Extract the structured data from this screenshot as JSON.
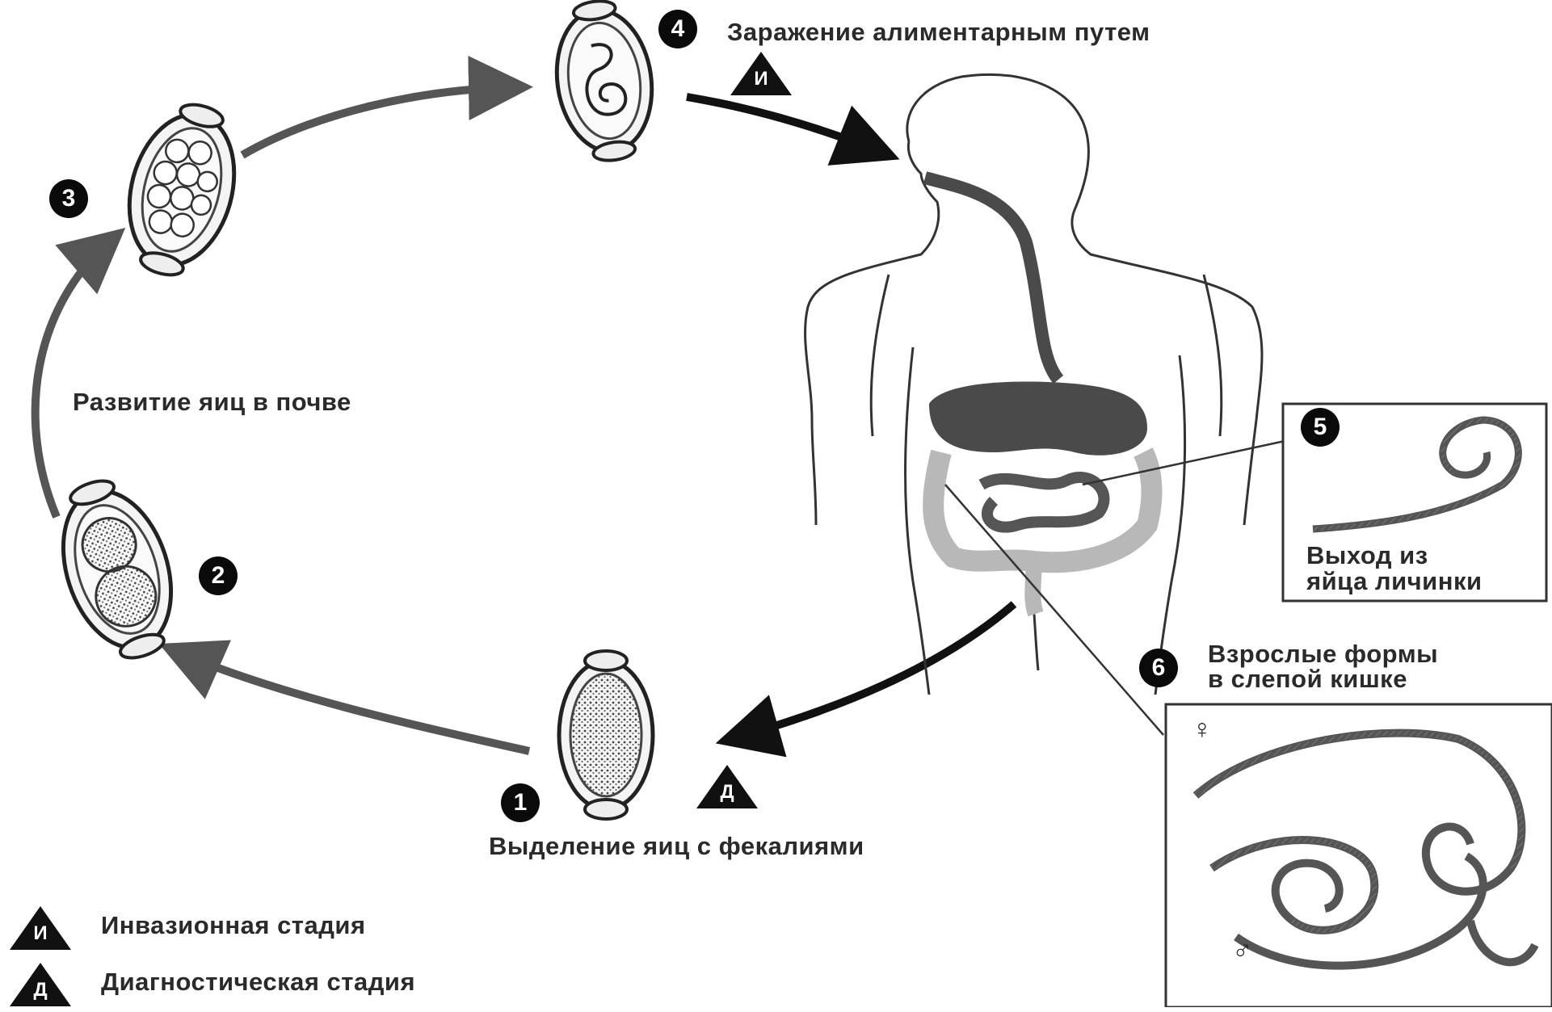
{
  "stages": {
    "s1": {
      "number": "1",
      "text": "Выделение яиц с фекалиями"
    },
    "s2": {
      "number": "2"
    },
    "s3": {
      "number": "3"
    },
    "s4": {
      "number": "4",
      "text": "Заражение алиментарным путем"
    },
    "s5": {
      "number": "5",
      "line1": "Выход из",
      "line2": "яйца личинки"
    },
    "s6": {
      "number": "6",
      "line1": "Взрослые формы",
      "line2": "в слепой кишке"
    }
  },
  "soil_label": "Развитие яиц в почве",
  "legend": {
    "invasive": {
      "mark": "И",
      "text": "Инвазионная стадия"
    },
    "diagnostic": {
      "mark": "Д",
      "text": "Диагностическая стадия"
    }
  },
  "sex_symbols": {
    "female": "♀",
    "male": "♂"
  },
  "colors": {
    "arrow_gray": "#555555",
    "arrow_black": "#111111",
    "outline": "#333333",
    "organ_dark": "#4a4a4a",
    "organ_light": "#b8b8b8"
  }
}
